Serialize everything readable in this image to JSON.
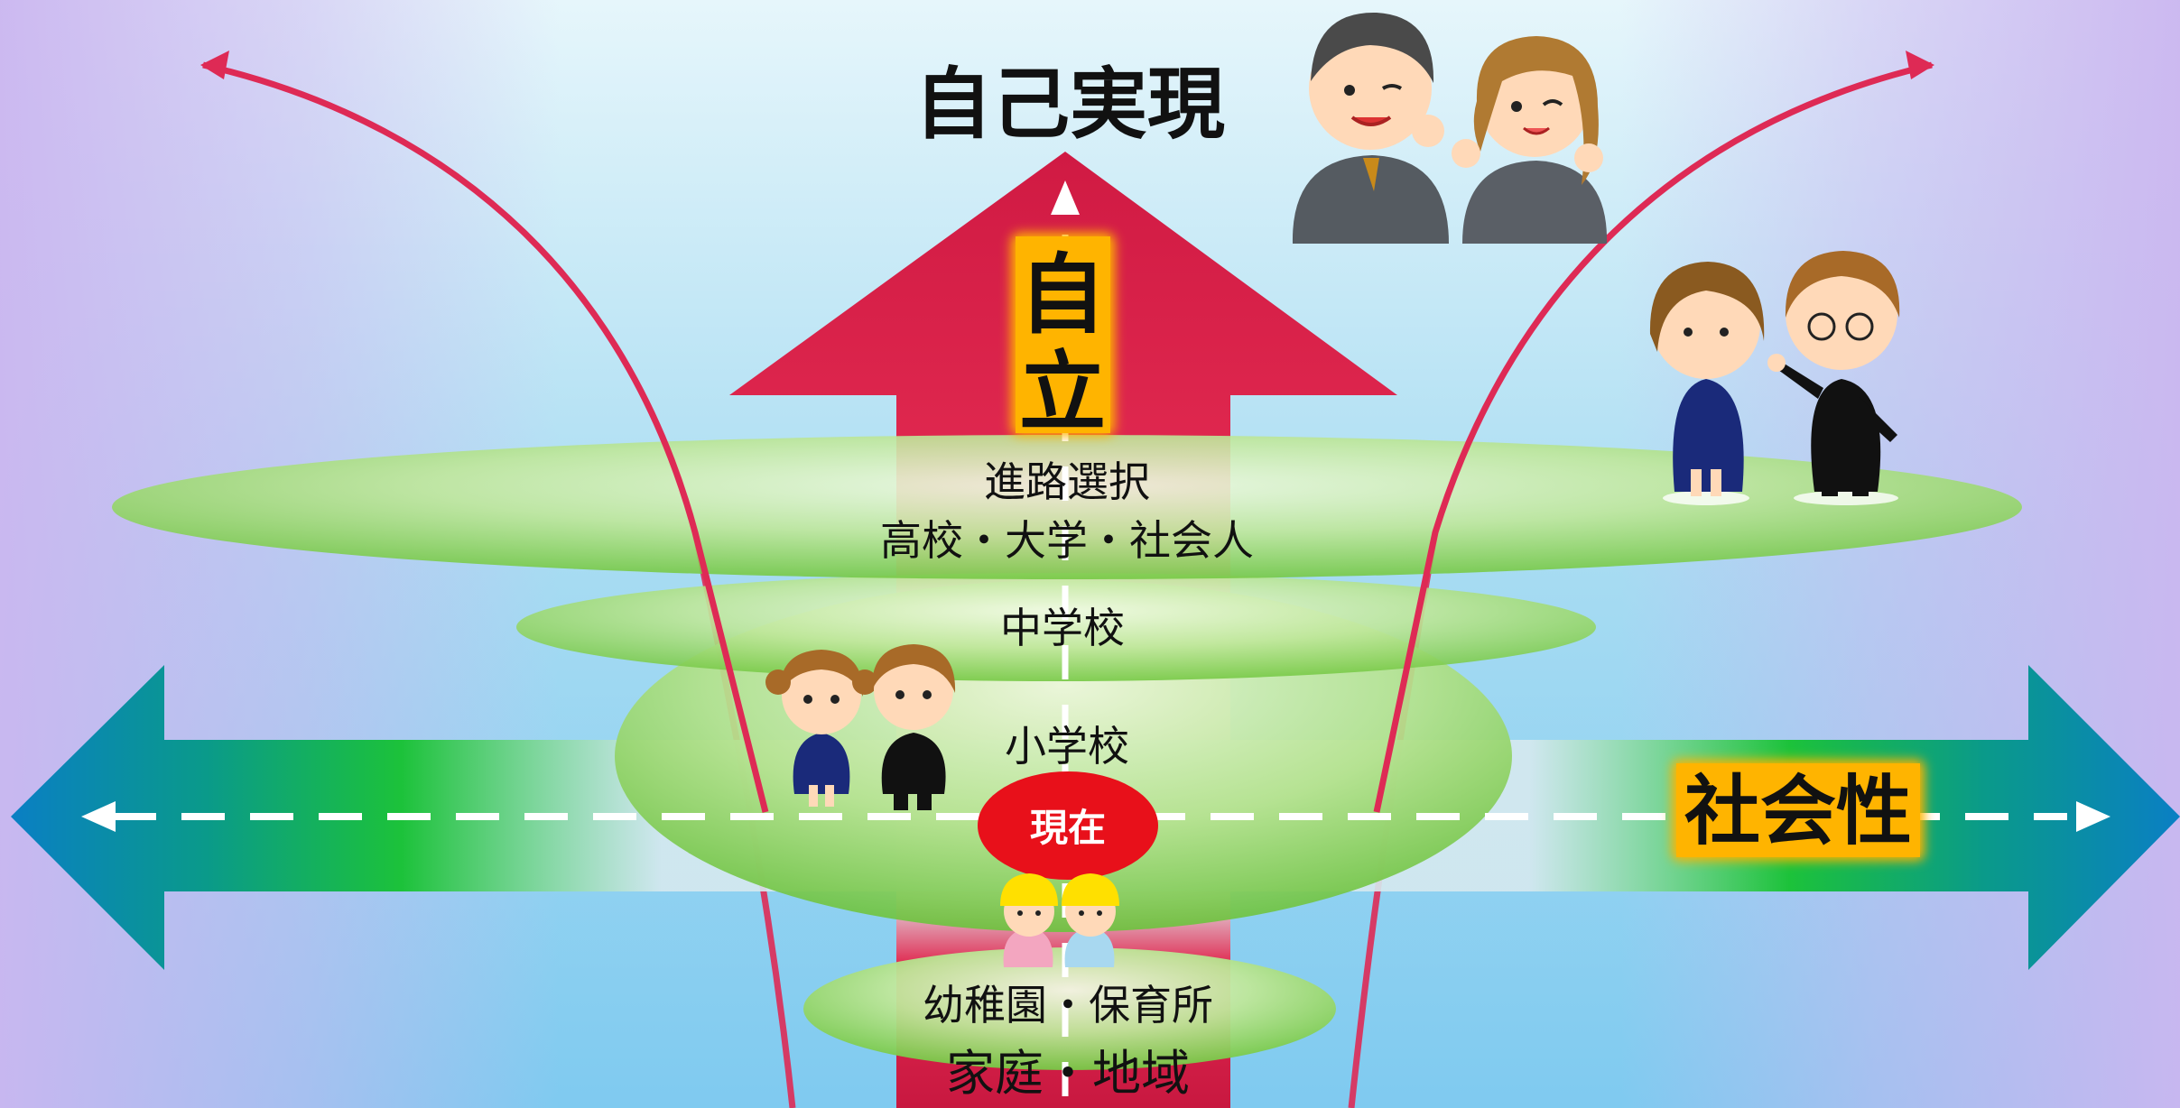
{
  "title": "自己実現",
  "vertical_axis_label": [
    "自",
    "立"
  ],
  "horizontal_axis_label": "社会性",
  "current_marker": "現在",
  "levels": [
    {
      "lines": [
        "進路選択",
        "高校・大学・社会人"
      ]
    },
    {
      "lines": [
        "中学校"
      ]
    },
    {
      "lines": [
        "小学校"
      ]
    },
    {
      "lines": [
        "幼稚園・保育所",
        "家庭・地域"
      ]
    }
  ],
  "colors": {
    "vertical_arrow": "#e0284f",
    "horizontal_arrow": "#0a9a8a",
    "horizontal_arrow_center": "#1cc23a",
    "ellipse": "#8dd45a",
    "label_highlight": "#ffb400",
    "current_marker": "#e8101a",
    "curves": "#de2a55"
  },
  "figures": [
    {
      "icon": "business-couple-icon"
    },
    {
      "icon": "high-school-students-icon"
    },
    {
      "icon": "elementary-students-icon"
    },
    {
      "icon": "kindergarten-children-icon"
    }
  ]
}
